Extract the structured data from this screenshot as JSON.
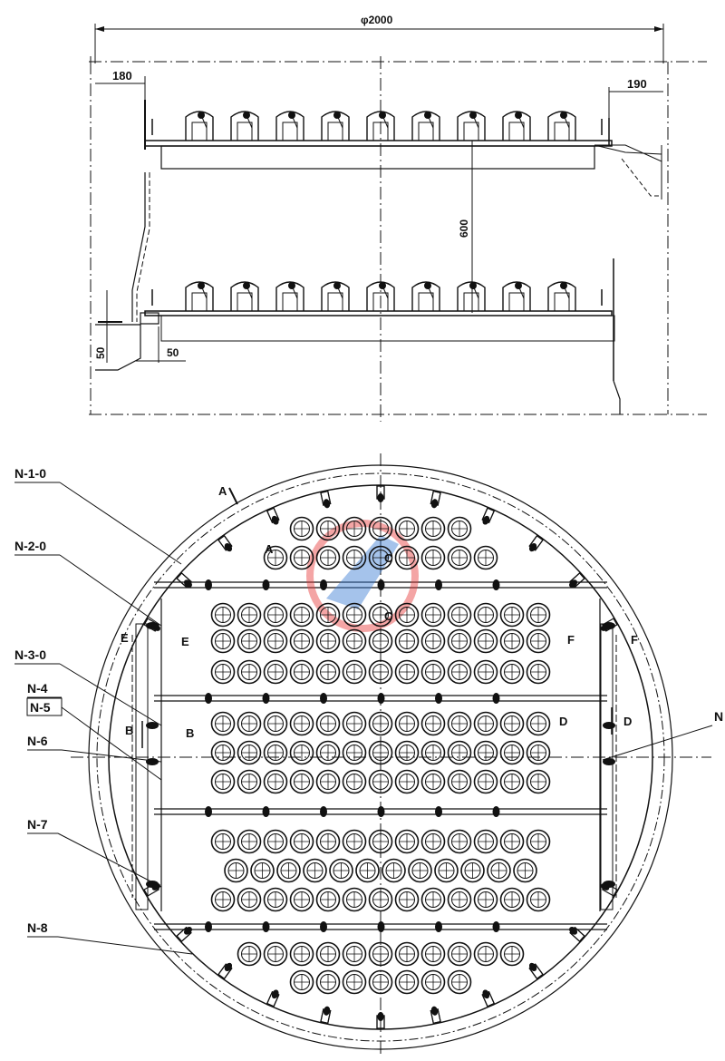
{
  "elevation_view": {
    "dims": {
      "diameter": "φ2000",
      "left_offset": "180",
      "right_offset": "190",
      "tray_spacing": "600",
      "gap_vertical": "50",
      "gap_horizontal": "50"
    },
    "valves_per_tray": 9
  },
  "plan_view": {
    "callouts": [
      {
        "id": "n1",
        "text": "N-1-0",
        "boxed": false
      },
      {
        "id": "n2",
        "text": "N-2-0",
        "boxed": false
      },
      {
        "id": "n3",
        "text": "N-3-0",
        "boxed": false
      },
      {
        "id": "n4",
        "text": "N-4",
        "boxed": false
      },
      {
        "id": "n5",
        "text": "N-5",
        "boxed": true
      },
      {
        "id": "n6",
        "text": "N-6",
        "boxed": false
      },
      {
        "id": "n7",
        "text": "N-7",
        "boxed": false
      },
      {
        "id": "n8",
        "text": "N-8",
        "boxed": false
      },
      {
        "id": "nr",
        "text": "N",
        "boxed": false
      }
    ],
    "section_marks": {
      "a_outer": "A",
      "a_inner": "A",
      "c_top": "C",
      "c_mid": "C",
      "e_outer": "E",
      "e_inner": "E",
      "f_outer": "F",
      "f_inner": "F",
      "b_outer": "B",
      "b_inner": "B",
      "d_outer": "D",
      "d_inner": "D"
    },
    "valve_rows": [
      7,
      9,
      13,
      13,
      13,
      13,
      13,
      13,
      13,
      12,
      13,
      11,
      7
    ]
  },
  "colors": {
    "line": "#111111",
    "watermark": "#e83a3a",
    "watermark_blue": "#3a7bd5"
  }
}
